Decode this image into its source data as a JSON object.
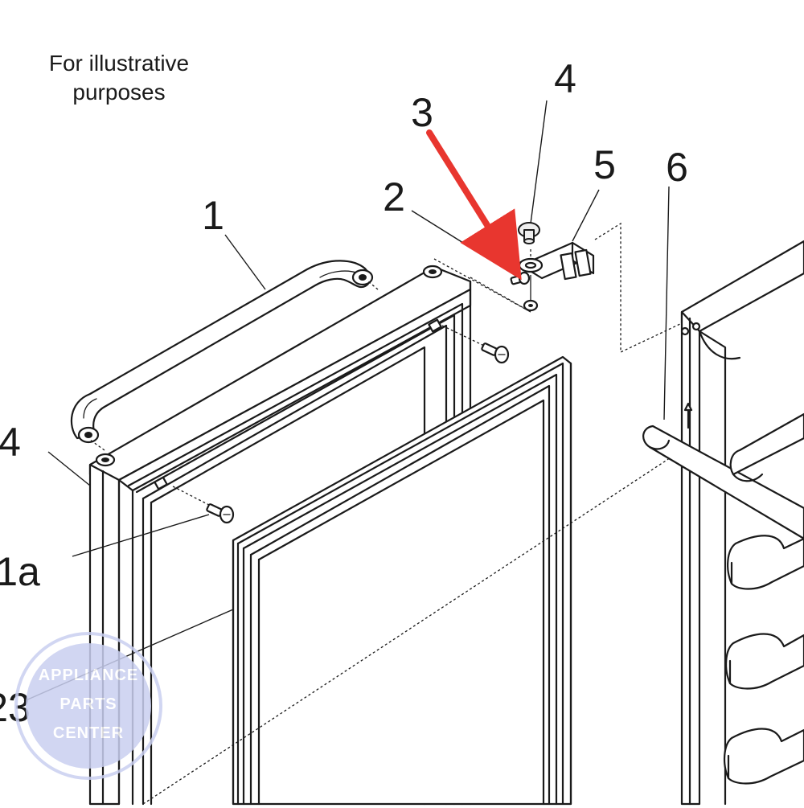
{
  "note": {
    "line1": "For illustrative",
    "line2": "purposes"
  },
  "callouts": {
    "c1": "1",
    "c1a": "1a",
    "c2": "2",
    "c3": "3",
    "c4_top": "4",
    "c4_left": "4",
    "c5": "5",
    "c6": "6",
    "c23": "23"
  },
  "watermark": {
    "line1": "APPLIANCE",
    "line2": "PARTS",
    "line3": "CENTER"
  },
  "colors": {
    "highlight_arrow": "#e8362f",
    "watermark": "#c9cff0"
  }
}
